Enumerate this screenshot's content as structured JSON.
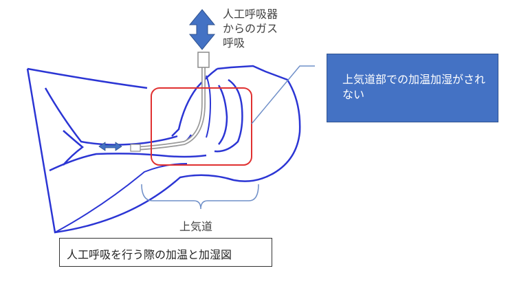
{
  "gas_label": "人工呼吸器\nからのガス\n呼吸",
  "note_box": {
    "text": "上気道部での加温加湿がされない",
    "fill_color": "#4472c4",
    "text_color": "#ffffff"
  },
  "airway_label": "上気道",
  "caption": "人工呼吸を行う際の加温と加湿図",
  "colors": {
    "anatomy_outline": "#2b35d4",
    "highlight_rect": "#e03030",
    "arrow_fill": "#4472c4",
    "bracket": "#6f8fc8"
  },
  "icons": {
    "gas_flow": "double-vertical-arrow-icon",
    "air_flow": "double-horizontal-arrow-icon"
  }
}
